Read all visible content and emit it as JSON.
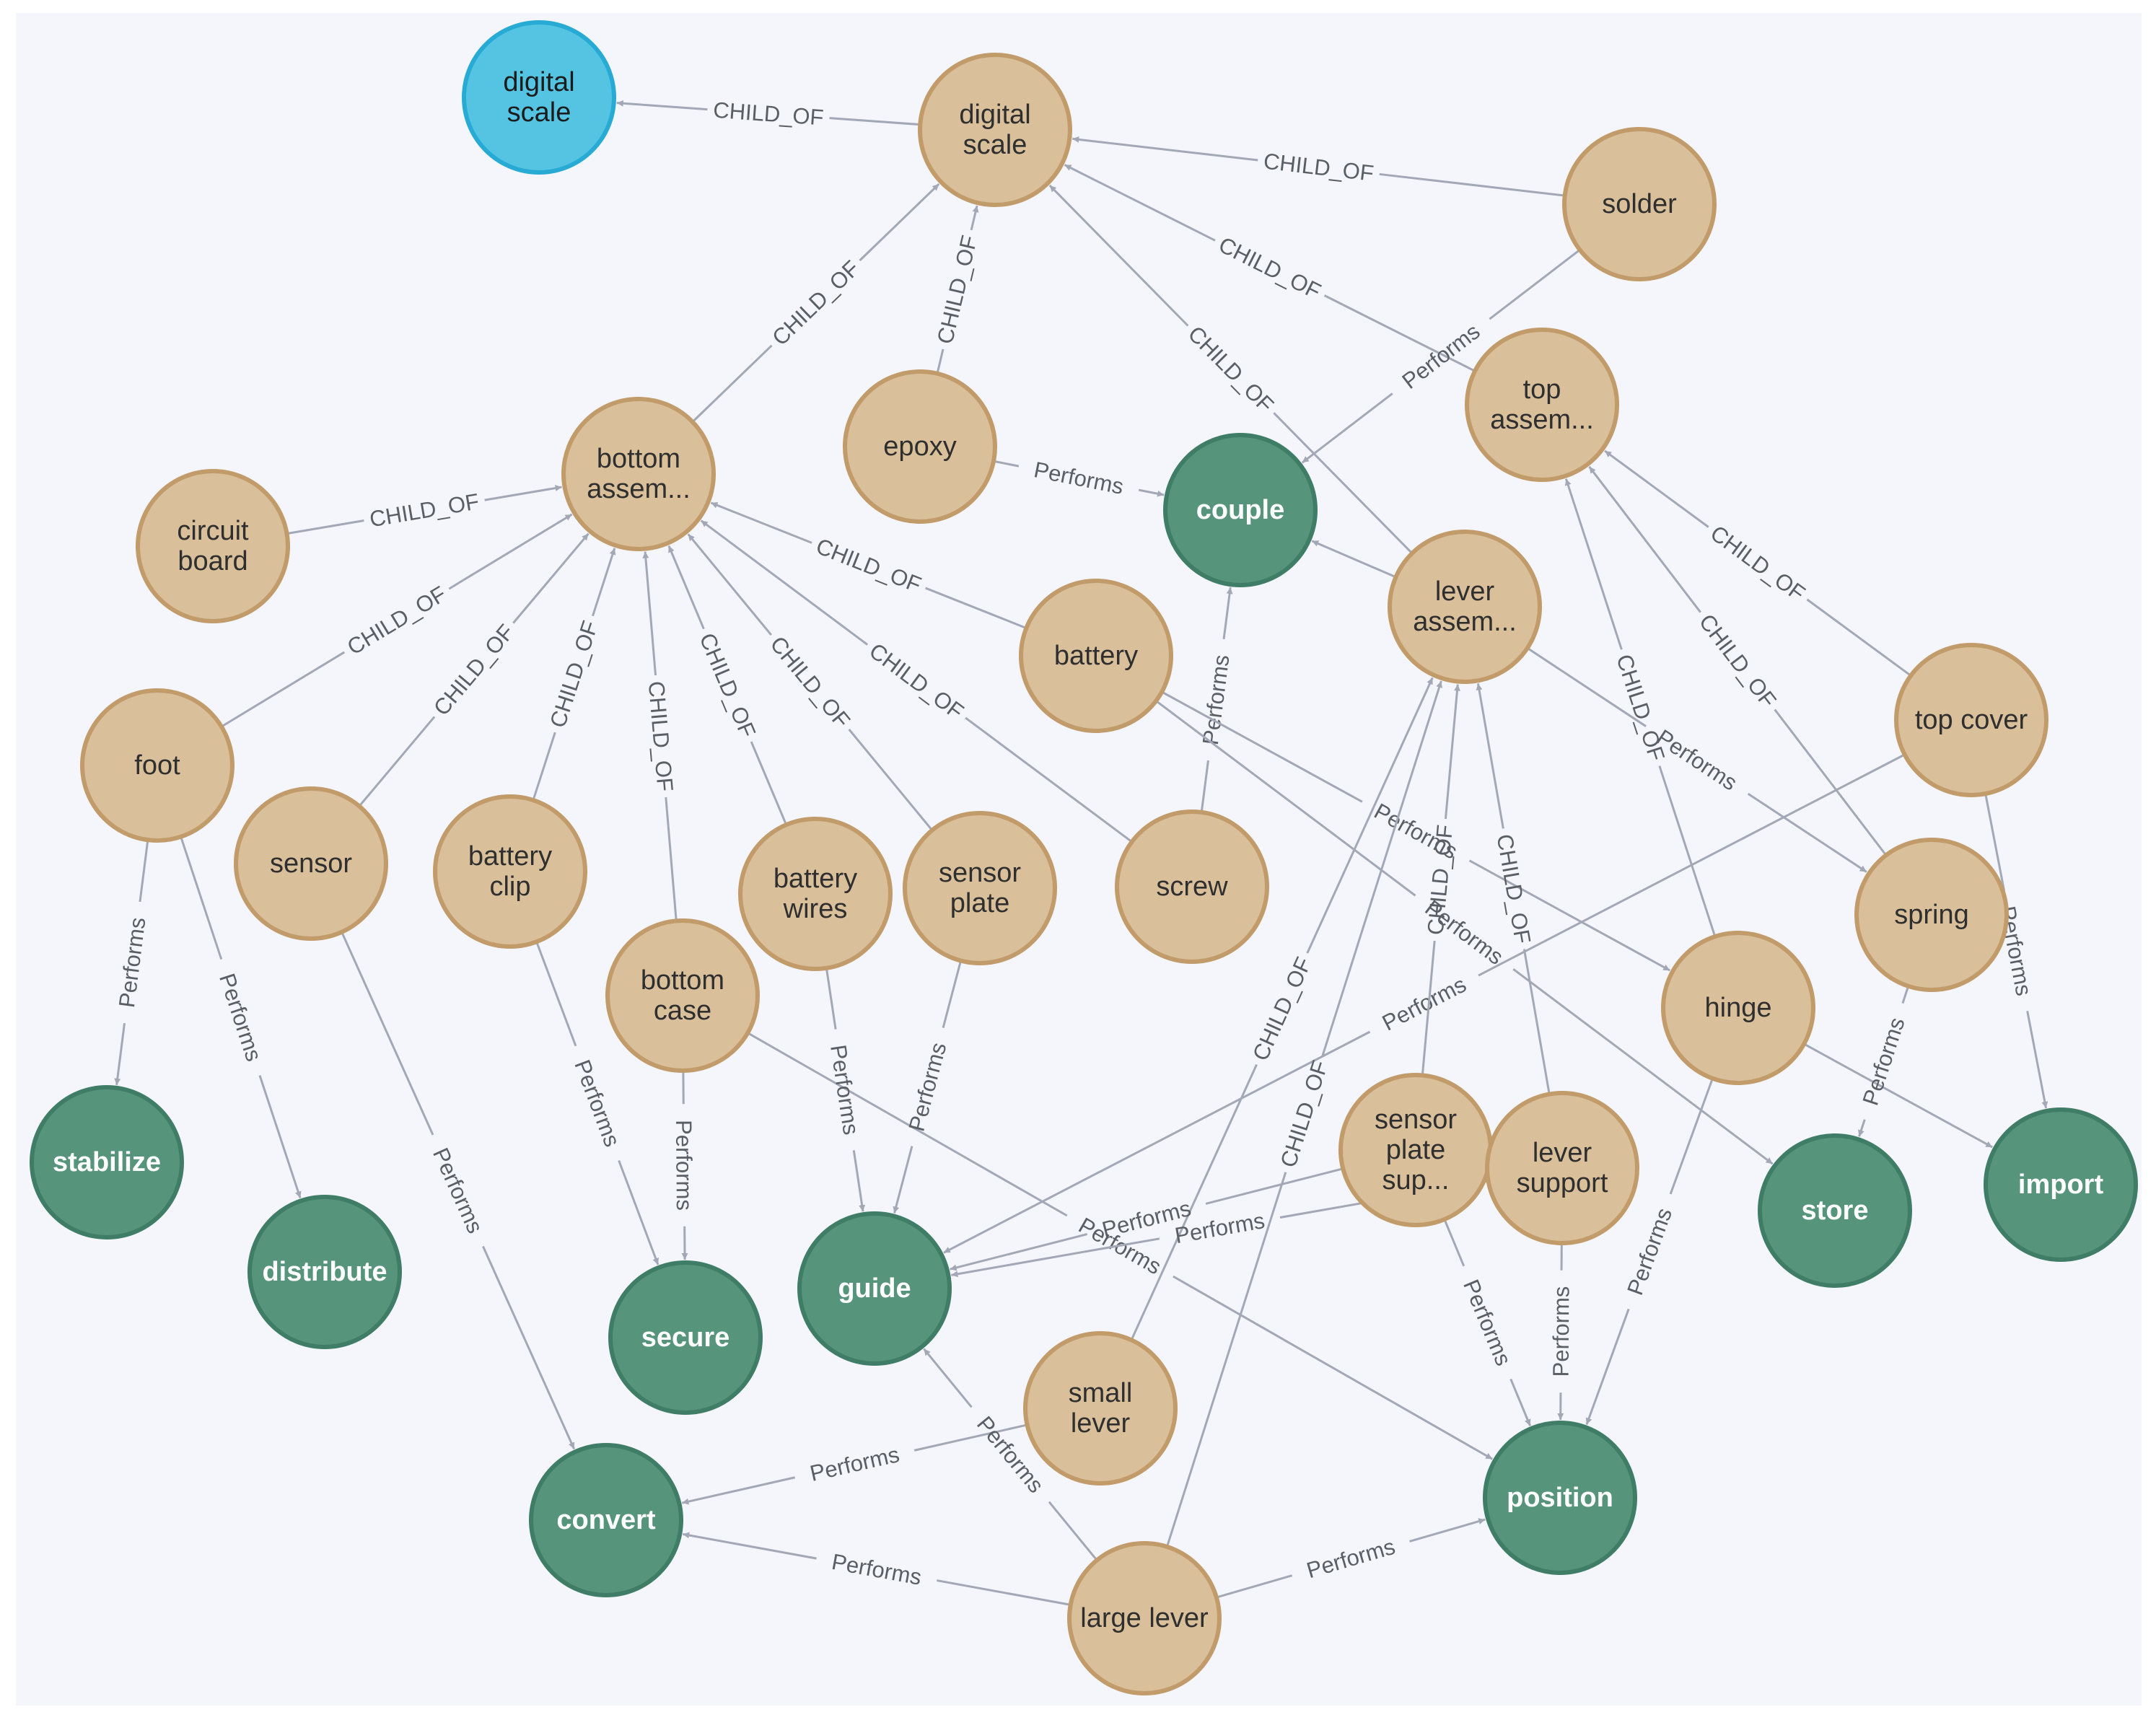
{
  "graph": {
    "colors": {
      "component_fill": "#d9bf9a",
      "component_stroke": "#c29b6b",
      "component_text": "#2f2f2f",
      "function_fill": "#57947c",
      "function_stroke": "#3f7d66",
      "function_text": "#ffffff",
      "root_fill": "#55c4e3",
      "root_stroke": "#27abd5",
      "root_text": "#1c1c1c",
      "edge": "#a3a8b6",
      "edge_label": "#5a5f66"
    },
    "nodes": [
      {
        "id": "root",
        "lines": [
          "digital",
          "scale"
        ],
        "kind": "root"
      },
      {
        "id": "digital_scale",
        "lines": [
          "digital",
          "scale"
        ],
        "kind": "component"
      },
      {
        "id": "solder",
        "lines": [
          "solder"
        ],
        "kind": "component"
      },
      {
        "id": "bottom_assembly",
        "lines": [
          "bottom",
          "assem..."
        ],
        "kind": "component"
      },
      {
        "id": "epoxy",
        "lines": [
          "epoxy"
        ],
        "kind": "component"
      },
      {
        "id": "couple",
        "lines": [
          "couple"
        ],
        "kind": "function"
      },
      {
        "id": "top_assembly",
        "lines": [
          "top",
          "assem..."
        ],
        "kind": "component"
      },
      {
        "id": "circuit_board",
        "lines": [
          "circuit",
          "board"
        ],
        "kind": "component"
      },
      {
        "id": "lever_assembly",
        "lines": [
          "lever",
          "assem..."
        ],
        "kind": "component"
      },
      {
        "id": "battery",
        "lines": [
          "battery"
        ],
        "kind": "component"
      },
      {
        "id": "top_cover",
        "lines": [
          "top cover"
        ],
        "kind": "component"
      },
      {
        "id": "foot",
        "lines": [
          "foot"
        ],
        "kind": "component"
      },
      {
        "id": "sensor",
        "lines": [
          "sensor"
        ],
        "kind": "component"
      },
      {
        "id": "battery_clip",
        "lines": [
          "battery",
          "clip"
        ],
        "kind": "component"
      },
      {
        "id": "battery_wires",
        "lines": [
          "battery",
          "wires"
        ],
        "kind": "component"
      },
      {
        "id": "sensor_plate",
        "lines": [
          "sensor",
          "plate"
        ],
        "kind": "component"
      },
      {
        "id": "screw",
        "lines": [
          "screw"
        ],
        "kind": "component"
      },
      {
        "id": "spring",
        "lines": [
          "spring"
        ],
        "kind": "component"
      },
      {
        "id": "bottom_case",
        "lines": [
          "bottom",
          "case"
        ],
        "kind": "component"
      },
      {
        "id": "hinge",
        "lines": [
          "hinge"
        ],
        "kind": "component"
      },
      {
        "id": "sensor_plate_support",
        "lines": [
          "sensor",
          "plate",
          "sup..."
        ],
        "kind": "component"
      },
      {
        "id": "lever_support",
        "lines": [
          "lever",
          "support"
        ],
        "kind": "component"
      },
      {
        "id": "stabilize",
        "lines": [
          "stabilize"
        ],
        "kind": "function"
      },
      {
        "id": "distribute",
        "lines": [
          "distribute"
        ],
        "kind": "function"
      },
      {
        "id": "secure",
        "lines": [
          "secure"
        ],
        "kind": "function"
      },
      {
        "id": "guide",
        "lines": [
          "guide"
        ],
        "kind": "function"
      },
      {
        "id": "store",
        "lines": [
          "store"
        ],
        "kind": "function"
      },
      {
        "id": "import",
        "lines": [
          "import"
        ],
        "kind": "function"
      },
      {
        "id": "small_lever",
        "lines": [
          "small",
          "lever"
        ],
        "kind": "component"
      },
      {
        "id": "convert",
        "lines": [
          "convert"
        ],
        "kind": "function"
      },
      {
        "id": "position",
        "lines": [
          "position"
        ],
        "kind": "function"
      },
      {
        "id": "large_lever",
        "lines": [
          "large lever"
        ],
        "kind": "component"
      }
    ],
    "edges": [
      {
        "from": "digital_scale",
        "to": "root",
        "label": "CHILD_OF"
      },
      {
        "from": "solder",
        "to": "digital_scale",
        "label": "CHILD_OF"
      },
      {
        "from": "top_assembly",
        "to": "digital_scale",
        "label": "CHILD_OF"
      },
      {
        "from": "lever_assembly",
        "to": "digital_scale",
        "label": "CHILD_OF"
      },
      {
        "from": "epoxy",
        "to": "digital_scale",
        "label": "CHILD_OF"
      },
      {
        "from": "bottom_assembly",
        "to": "digital_scale",
        "label": "CHILD_OF"
      },
      {
        "from": "solder",
        "to": "couple",
        "label": "Performs"
      },
      {
        "from": "epoxy",
        "to": "couple",
        "label": "Performs"
      },
      {
        "from": "lever_assembly",
        "to": "couple",
        "label": ""
      },
      {
        "from": "screw",
        "to": "couple",
        "label": "Performs"
      },
      {
        "from": "circuit_board",
        "to": "bottom_assembly",
        "label": "CHILD_OF"
      },
      {
        "from": "battery",
        "to": "bottom_assembly",
        "label": "CHILD_OF"
      },
      {
        "from": "foot",
        "to": "bottom_assembly",
        "label": "CHILD_OF"
      },
      {
        "from": "sensor",
        "to": "bottom_assembly",
        "label": "CHILD_OF"
      },
      {
        "from": "battery_clip",
        "to": "bottom_assembly",
        "label": "CHILD_OF"
      },
      {
        "from": "bottom_case",
        "to": "bottom_assembly",
        "label": "CHILD_OF"
      },
      {
        "from": "battery_wires",
        "to": "bottom_assembly",
        "label": "CHILD_OF"
      },
      {
        "from": "sensor_plate",
        "to": "bottom_assembly",
        "label": "CHILD_OF"
      },
      {
        "from": "screw",
        "to": "bottom_assembly",
        "label": "CHILD_OF"
      },
      {
        "from": "top_cover",
        "to": "top_assembly",
        "label": "CHILD_OF"
      },
      {
        "from": "spring",
        "to": "top_assembly",
        "label": "CHILD_OF"
      },
      {
        "from": "hinge",
        "to": "top_assembly",
        "label": "CHILD_OF"
      },
      {
        "from": "lever_assembly",
        "to": "spring",
        "label": "Performs"
      },
      {
        "from": "battery",
        "to": "hinge",
        "label": "Performs"
      },
      {
        "from": "battery",
        "to": "store",
        "label": "Performs"
      },
      {
        "from": "top_cover",
        "to": "guide",
        "label": "Performs"
      },
      {
        "from": "top_cover",
        "to": "import",
        "label": "Performs"
      },
      {
        "from": "hinge",
        "to": "import",
        "label": ""
      },
      {
        "from": "spring",
        "to": "store",
        "label": "Performs"
      },
      {
        "from": "hinge",
        "to": "position",
        "label": "Performs"
      },
      {
        "from": "sensor_plate_support",
        "to": "lever_assembly",
        "label": "CHILD_OF"
      },
      {
        "from": "lever_support",
        "to": "lever_assembly",
        "label": "CHILD_OF"
      },
      {
        "from": "small_lever",
        "to": "lever_assembly",
        "label": "CHILD_OF"
      },
      {
        "from": "large_lever",
        "to": "lever_assembly",
        "label": "CHILD_OF"
      },
      {
        "from": "foot",
        "to": "stabilize",
        "label": "Performs"
      },
      {
        "from": "foot",
        "to": "distribute",
        "label": "Performs"
      },
      {
        "from": "sensor",
        "to": "convert",
        "label": "Performs"
      },
      {
        "from": "battery_clip",
        "to": "secure",
        "label": "Performs"
      },
      {
        "from": "bottom_case",
        "to": "secure",
        "label": "Performs"
      },
      {
        "from": "bottom_case",
        "to": "position",
        "label": "Performs"
      },
      {
        "from": "battery_wires",
        "to": "guide",
        "label": "Performs"
      },
      {
        "from": "sensor_plate",
        "to": "guide",
        "label": "Performs"
      },
      {
        "from": "sensor_plate_support",
        "to": "guide",
        "label": "Performs"
      },
      {
        "from": "lever_support",
        "to": "guide",
        "label": "Performs"
      },
      {
        "from": "sensor_plate_support",
        "to": "position",
        "label": "Performs"
      },
      {
        "from": "lever_support",
        "to": "position",
        "label": "Performs"
      },
      {
        "from": "small_lever",
        "to": "convert",
        "label": "Performs"
      },
      {
        "from": "large_lever",
        "to": "convert",
        "label": "Performs"
      },
      {
        "from": "large_lever",
        "to": "guide",
        "label": "Performs"
      },
      {
        "from": "large_lever",
        "to": "position",
        "label": "Performs"
      }
    ]
  }
}
